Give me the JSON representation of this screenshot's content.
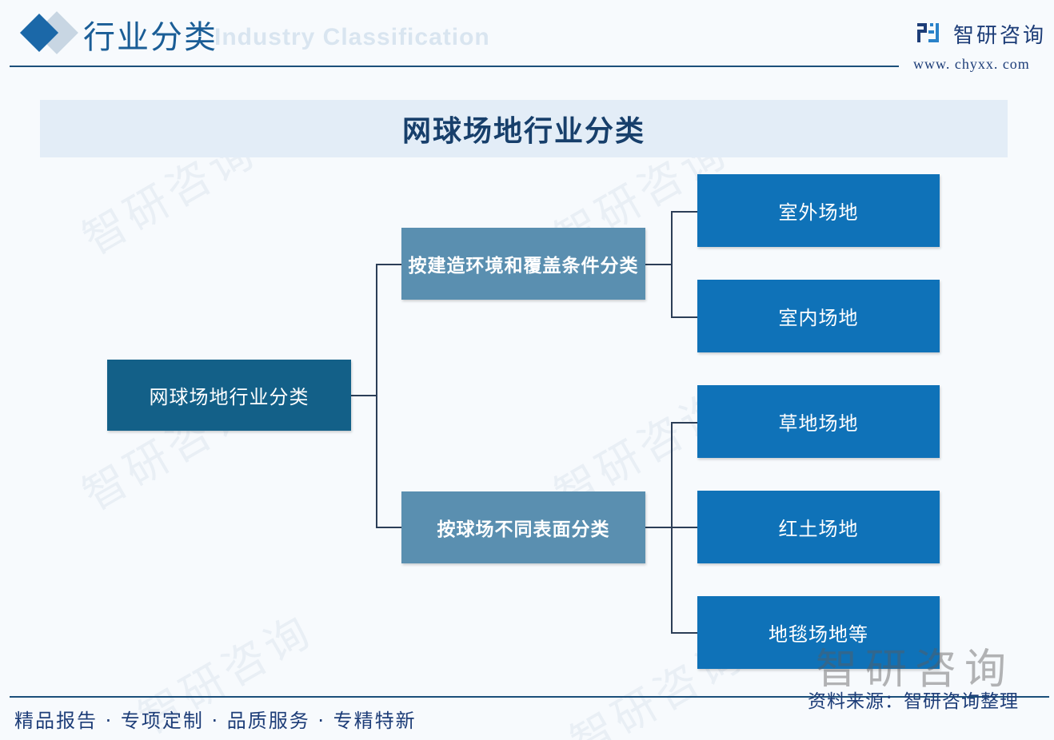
{
  "header": {
    "title": "行业分类",
    "subtitle_en": "Industry Classification",
    "brand_name": "智研咨询",
    "brand_url": "www. chyxx. com"
  },
  "banner": {
    "title": "网球场地行业分类"
  },
  "diagram": {
    "root": {
      "label": "网球场地行业分类",
      "color": "#136088"
    },
    "branches": [
      {
        "label": "按建造环境和覆盖条件分类",
        "color": "#5a8fb0",
        "children": [
          {
            "label": "室外场地"
          },
          {
            "label": "室内场地"
          }
        ]
      },
      {
        "label": "按球场不同表面分类",
        "color": "#5a8fb0",
        "children": [
          {
            "label": "草地场地"
          },
          {
            "label": "红土场地"
          },
          {
            "label": "地毯场地等"
          }
        ]
      }
    ],
    "leaf_color": "#0f72b8",
    "connector_color": "#2c3e57"
  },
  "footer": {
    "slogan": "精品报告 · 专项定制 · 品质服务 · 专精特新",
    "source": "资料来源：智研咨询整理"
  },
  "watermark": {
    "text": "智研咨询"
  }
}
